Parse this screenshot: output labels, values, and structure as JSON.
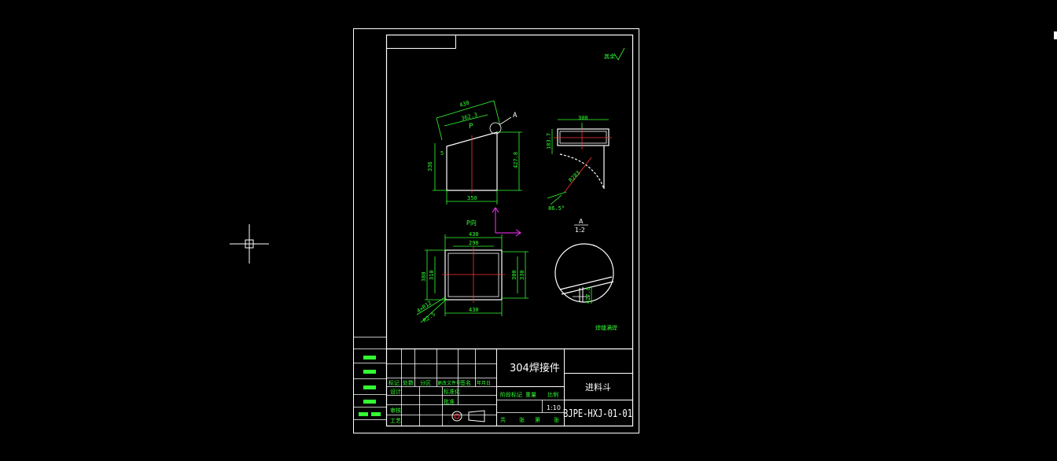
{
  "drawing": {
    "surface_finish_note": "其余",
    "view_label_p": "P",
    "view_label_a": "A",
    "view_p_title": "P向",
    "detail_a_label": "A",
    "detail_a_scale": "1:2",
    "weld_note": "焊缝满焊",
    "side_view_dims": {
      "top_width": "430",
      "top_inner": "362.3",
      "left_height": "336",
      "right_height": "427.8",
      "bottom_width": "350",
      "small_gap": "5"
    },
    "right_view_dims": {
      "top_width": "300",
      "left_height": "183.7",
      "radius": "R283",
      "angle": "86.5°"
    },
    "plan_view_dims": {
      "top_outer": "430",
      "top_inner": "290",
      "left_outer": "380",
      "left_inner": "310",
      "right_outer": "330",
      "right_inner": "300",
      "bottom": "430",
      "note1": "4×R12",
      "note2": "R2.5"
    },
    "detail_dims": {
      "value": "427.8"
    }
  },
  "title_block": {
    "material": "304焊接件",
    "part_name": "进料斗",
    "drawing_number": "BJPE-HXJ-01-01",
    "scale": "1:10",
    "row_labels": [
      "标记",
      "处数",
      "分区",
      "更改文件号",
      "签名",
      "年月日"
    ],
    "designer_label": "设计",
    "standardize_label": "标准化",
    "review_label": "审核",
    "process_label": "工艺",
    "approve_label": "批准",
    "stage_labels": [
      "阶段标记",
      "重量",
      "比例"
    ],
    "sheet_labels": [
      "共",
      "张",
      "第",
      "张"
    ]
  },
  "colors": {
    "background": "#000000",
    "frame": "#ffffff",
    "dimension": "#33ff33",
    "centerline": "#ff3333",
    "axis": "#ff33ff"
  }
}
